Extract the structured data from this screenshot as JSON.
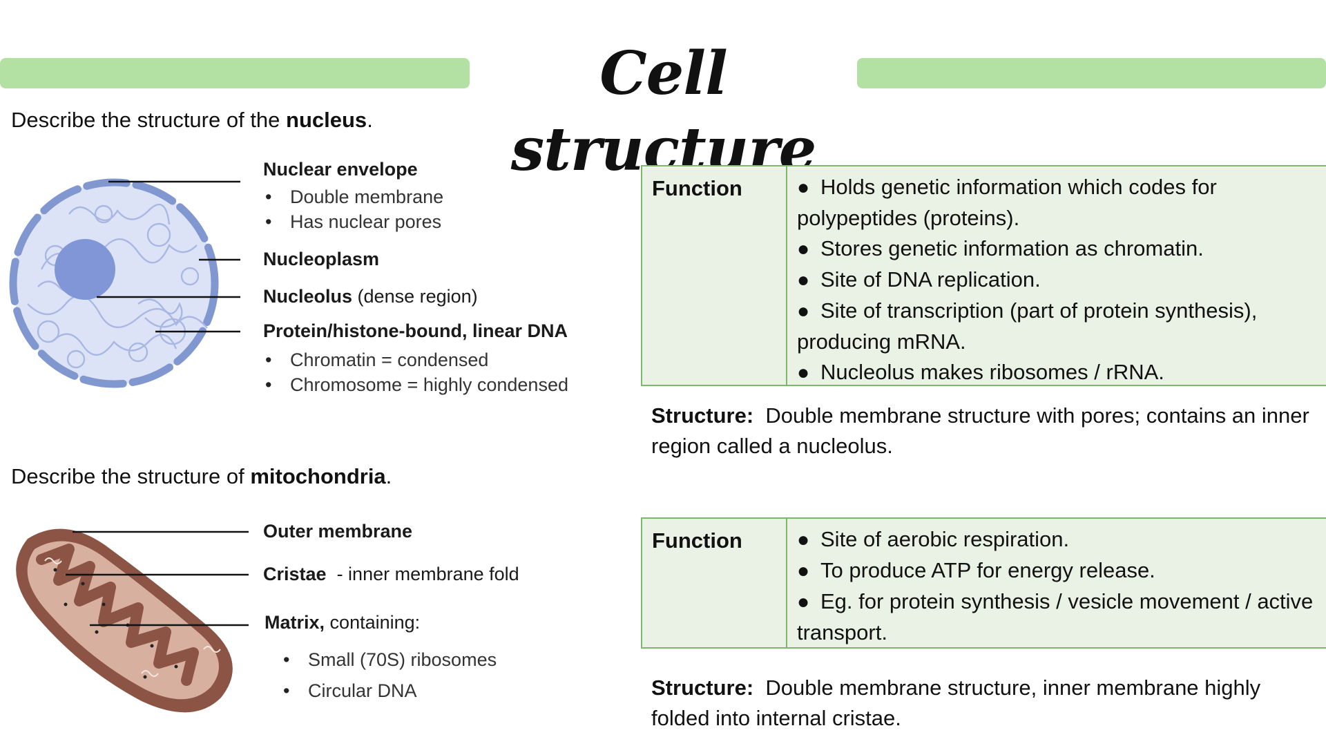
{
  "title": "Cell structure",
  "colors": {
    "accent_bar": "#b3e0a3",
    "table_border": "#7cb76c",
    "table_fill": "#eaf2e6"
  },
  "nucleus": {
    "prompt_prefix": "Describe the structure of the ",
    "prompt_term": "nucleus",
    "prompt_suffix": ".",
    "labels": {
      "envelope": "Nuclear envelope",
      "envelope_points": [
        "Double membrane",
        "Has nuclear pores"
      ],
      "nucleoplasm": "Nucleoplasm",
      "nucleolus": "Nucleolus",
      "nucleolus_note": "(dense region)",
      "dna": "Protein/histone-bound, linear DNA",
      "dna_points": [
        "Chromatin = condensed",
        "Chromosome = highly condensed"
      ]
    },
    "function_heading": "Function",
    "functions": [
      "Holds genetic information which codes for polypeptides (proteins).",
      "Stores genetic information as chromatin.",
      "Site of DNA replication.",
      "Site of transcription (part of protein synthesis), producing mRNA.",
      "Nucleolus makes ribosomes / rRNA."
    ],
    "structure_label": "Structure",
    "structure_text": "Double membrane structure with pores; contains an inner region called a nucleolus."
  },
  "mitochondria": {
    "prompt_prefix": "Describe the structure of ",
    "prompt_term": "mitochondria",
    "prompt_suffix": ".",
    "labels": {
      "outer": "Outer membrane",
      "cristae": "Cristae",
      "cristae_note": "- inner membrane fold",
      "matrix": "Matrix,",
      "matrix_note": "containing:",
      "matrix_points": [
        "Small (70S) ribosomes",
        "Circular DNA"
      ]
    },
    "function_heading": "Function",
    "functions": [
      "Site of aerobic respiration.",
      "To produce ATP for energy release.",
      "Eg. for protein synthesis / vesicle movement / active transport."
    ],
    "structure_label": "Structure",
    "structure_text": "Double membrane structure, inner membrane highly folded into internal cristae."
  }
}
